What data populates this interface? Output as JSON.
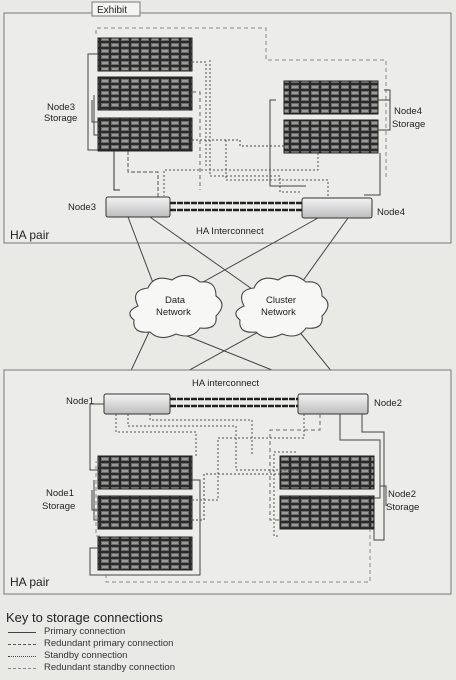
{
  "exhibit_tab": "Exhibit",
  "top_pair": {
    "label": "HA pair",
    "interconnect": "HA Interconnect",
    "node_left": "Node3",
    "node_right": "Node4",
    "storage_left": [
      "Node3",
      "Storage"
    ],
    "storage_right": [
      "Node4",
      "Storage"
    ]
  },
  "clouds": {
    "data": [
      "Data",
      "Network"
    ],
    "cluster": [
      "Cluster",
      "Network"
    ]
  },
  "bottom_pair": {
    "label": "HA pair",
    "interconnect": "HA interconnect",
    "node_left": "Node1",
    "node_right": "Node2",
    "storage_left": [
      "Node1",
      "Storage"
    ],
    "storage_right": [
      "Node2",
      "Storage"
    ]
  },
  "key": {
    "title": "Key to storage connections",
    "items": [
      {
        "style": "primary",
        "label": "Primary connection"
      },
      {
        "style": "redundant-primary",
        "label": "Redundant primary connection"
      },
      {
        "style": "standby",
        "label": "Standby connection"
      },
      {
        "style": "redundant-standby",
        "label": "Redundant standby connection"
      }
    ]
  }
}
